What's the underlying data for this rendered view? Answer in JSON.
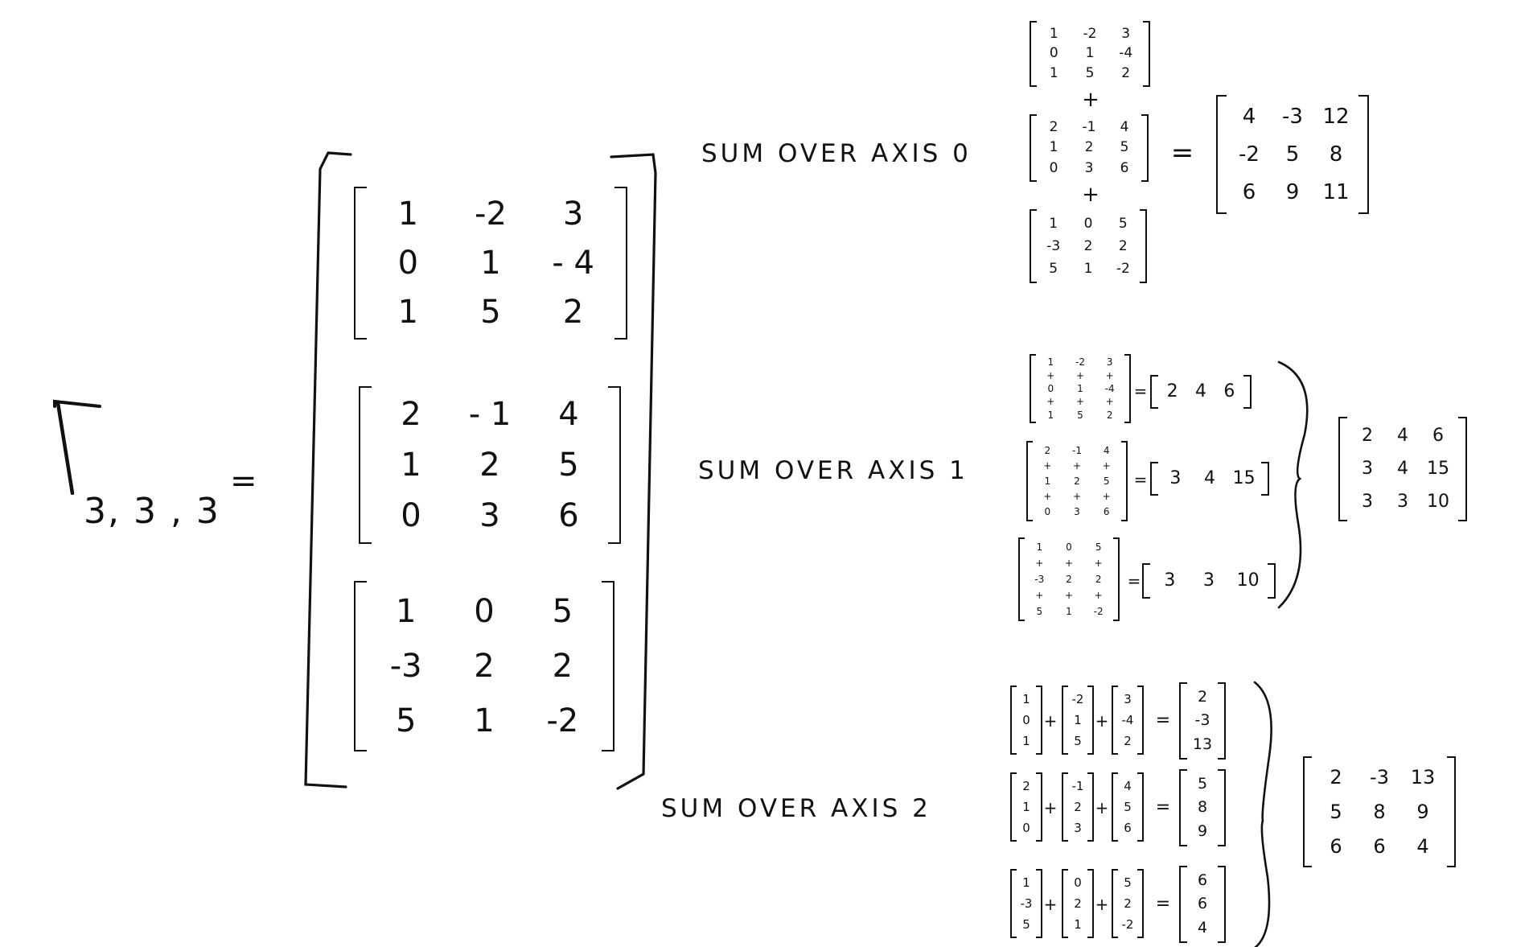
{
  "lhs": {
    "symbol": "T",
    "subscript": "3, 3 , 3",
    "equals": "="
  },
  "tensor": {
    "slices": [
      [
        [
          "1",
          "-2",
          "3"
        ],
        [
          "0",
          "1",
          "- 4"
        ],
        [
          "1",
          "5",
          "2"
        ]
      ],
      [
        [
          "2",
          "- 1",
          "4"
        ],
        [
          "1",
          "2",
          "5"
        ],
        [
          "0",
          "3",
          "6"
        ]
      ],
      [
        [
          "1",
          "0",
          "5"
        ],
        [
          "-3",
          "2",
          "2"
        ],
        [
          "5",
          "1",
          "-2"
        ]
      ]
    ]
  },
  "labels": {
    "axis0": "SUM OVER AXIS 0",
    "axis1": "SUM OVER AXIS 1",
    "axis2": "SUM OVER AXIS 2"
  },
  "axis0": {
    "matrices": [
      [
        [
          "1",
          "-2",
          "3"
        ],
        [
          "0",
          "1",
          "-4"
        ],
        [
          "1",
          "5",
          "2"
        ]
      ],
      [
        [
          "2",
          "-1",
          "4"
        ],
        [
          "1",
          "2",
          "5"
        ],
        [
          "0",
          "3",
          "6"
        ]
      ],
      [
        [
          "1",
          "0",
          "5"
        ],
        [
          "-3",
          "2",
          "2"
        ],
        [
          "5",
          "1",
          "-2"
        ]
      ]
    ],
    "plus": "+",
    "equals": "=",
    "result": [
      [
        "4",
        "-3",
        "12"
      ],
      [
        "-2",
        "5",
        "8"
      ],
      [
        "6",
        "9",
        "11"
      ]
    ]
  },
  "axis1": {
    "rows": [
      {
        "col": [
          [
            "1",
            "-2",
            "3"
          ],
          [
            "+",
            "+",
            "+"
          ],
          [
            "0",
            "1",
            "-4"
          ],
          [
            "+",
            "+",
            "+"
          ],
          [
            "1",
            "5",
            "2"
          ]
        ],
        "result": [
          "2",
          "4",
          "6"
        ]
      },
      {
        "col": [
          [
            "2",
            "-1",
            "4"
          ],
          [
            "+",
            "+",
            "+"
          ],
          [
            "1",
            "2",
            "5"
          ],
          [
            "+",
            "+",
            "+"
          ],
          [
            "0",
            "3",
            "6"
          ]
        ],
        "result": [
          "3",
          "4",
          "15"
        ]
      },
      {
        "col": [
          [
            "1",
            "0",
            "5"
          ],
          [
            "+",
            "+",
            "+"
          ],
          [
            "-3",
            "2",
            "2"
          ],
          [
            "+",
            "+",
            "+"
          ],
          [
            "5",
            "1",
            "-2"
          ]
        ],
        "result": [
          "3",
          "3",
          "10"
        ]
      }
    ],
    "equals": "=",
    "final": [
      [
        "2",
        "4",
        "6"
      ],
      [
        "3",
        "4",
        "15"
      ],
      [
        "3",
        "3",
        "10"
      ]
    ]
  },
  "axis2": {
    "rows": [
      {
        "vectors": [
          [
            "1",
            "0",
            "1"
          ],
          [
            "-2",
            "1",
            "5"
          ],
          [
            "3",
            "-4",
            "2"
          ]
        ],
        "result": [
          "2",
          "-3",
          "13"
        ]
      },
      {
        "vectors": [
          [
            "2",
            "1",
            "0"
          ],
          [
            "-1",
            "2",
            "3"
          ],
          [
            "4",
            "5",
            "6"
          ]
        ],
        "result": [
          "5",
          "8",
          "9"
        ]
      },
      {
        "vectors": [
          [
            "1",
            "-3",
            "5"
          ],
          [
            "0",
            "2",
            "1"
          ],
          [
            "5",
            "2",
            "-2"
          ]
        ],
        "result": [
          "6",
          "6",
          "4"
        ]
      }
    ],
    "plus": "+",
    "equals": "=",
    "final": [
      [
        "2",
        "-3",
        "13"
      ],
      [
        "5",
        "8",
        "9"
      ],
      [
        "6",
        "6",
        "4"
      ]
    ]
  }
}
